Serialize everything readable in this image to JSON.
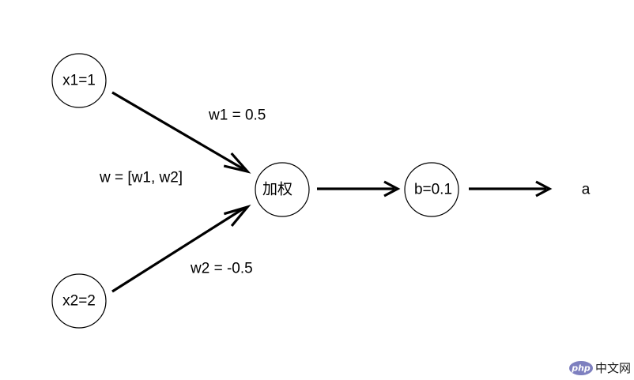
{
  "nodes": {
    "x1": "x1=1",
    "x2": "x2=2",
    "weighted_sum": "加权",
    "bias": "b=0.1"
  },
  "output_label": "a",
  "edge_labels": {
    "w1": "w1 = 0.5",
    "w2": "w2 = -0.5",
    "w_vector": "w = [w1, w2]"
  },
  "watermark": {
    "badge": "php",
    "text": "中文网",
    "badge_color": "#7d7fbf"
  }
}
